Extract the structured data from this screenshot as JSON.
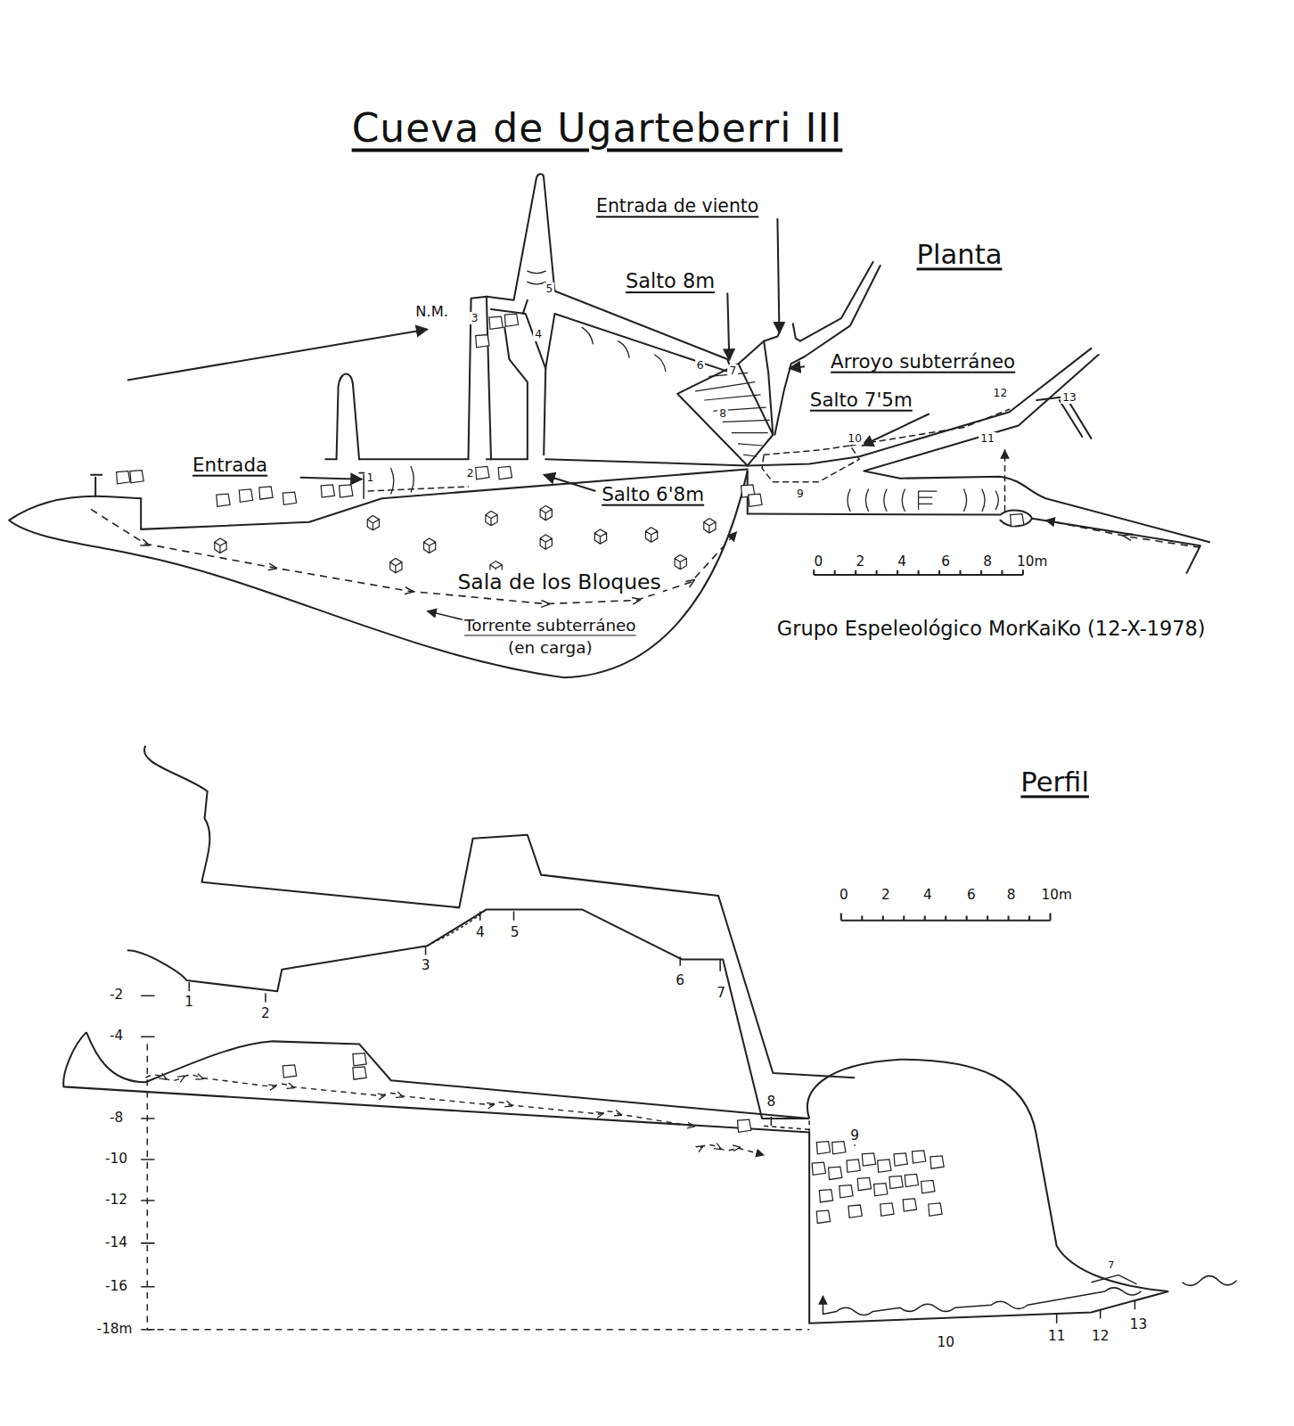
{
  "diagram": {
    "title": "Cueva de Ugarteberri III",
    "labels": [
      "Planta",
      "N.M.",
      "Entrada de viento",
      "Salto 8m",
      "Arroyo subterráneo",
      "Salto 7'5m",
      "Entrada",
      "Salto 6'8m",
      "Sala de los Bloques",
      "Torrente subterráneo",
      "(en carga)",
      "Grupo Espeleológico MorKaiKo (12-X-1978)",
      "0",
      "2",
      "4",
      "6",
      "8",
      "10m",
      "1",
      "2",
      "3",
      "4",
      "5",
      "6",
      "7",
      "8",
      "9",
      "10",
      "11",
      "12",
      "13",
      "Perfil",
      "0",
      "2",
      "4",
      "6",
      "8",
      "10m",
      "-2",
      "-4",
      "-8",
      "-10",
      "-12",
      "-14",
      "-16",
      "-18m",
      "1",
      "2",
      "3",
      "4",
      "5",
      "6",
      "7",
      "8",
      "9",
      "10",
      "11",
      "12",
      "13",
      "7"
    ]
  }
}
